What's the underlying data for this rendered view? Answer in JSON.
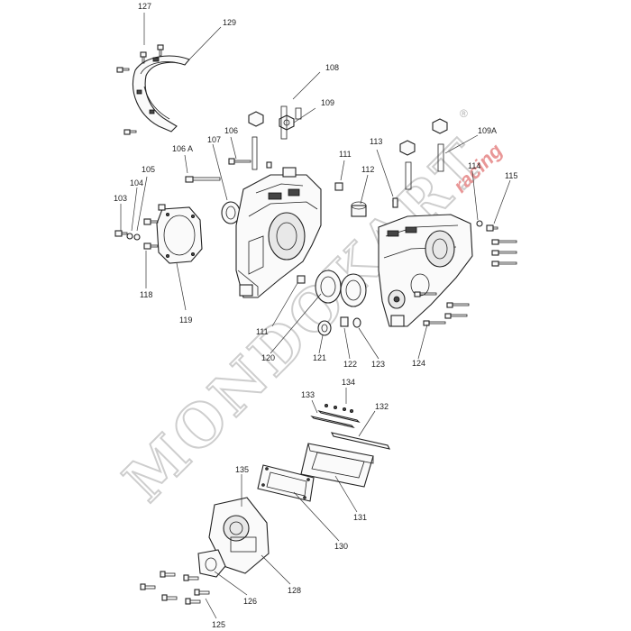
{
  "watermark": {
    "brand": "MONDOKART",
    "sub": "racing",
    "reg": "®"
  },
  "colors": {
    "line": "#222222",
    "watermark": "#c9c9c9",
    "accent": "#e78c8c"
  },
  "callouts": [
    "127",
    "129",
    "108",
    "109",
    "106",
    "107",
    "106 A",
    "105",
    "104",
    "103",
    "113",
    "109A",
    "111",
    "112",
    "114",
    "115",
    "118",
    "119",
    "111",
    "120",
    "121",
    "122",
    "123",
    "124",
    "133",
    "134",
    "132",
    "135",
    "131",
    "130",
    "128",
    "126",
    "125"
  ]
}
